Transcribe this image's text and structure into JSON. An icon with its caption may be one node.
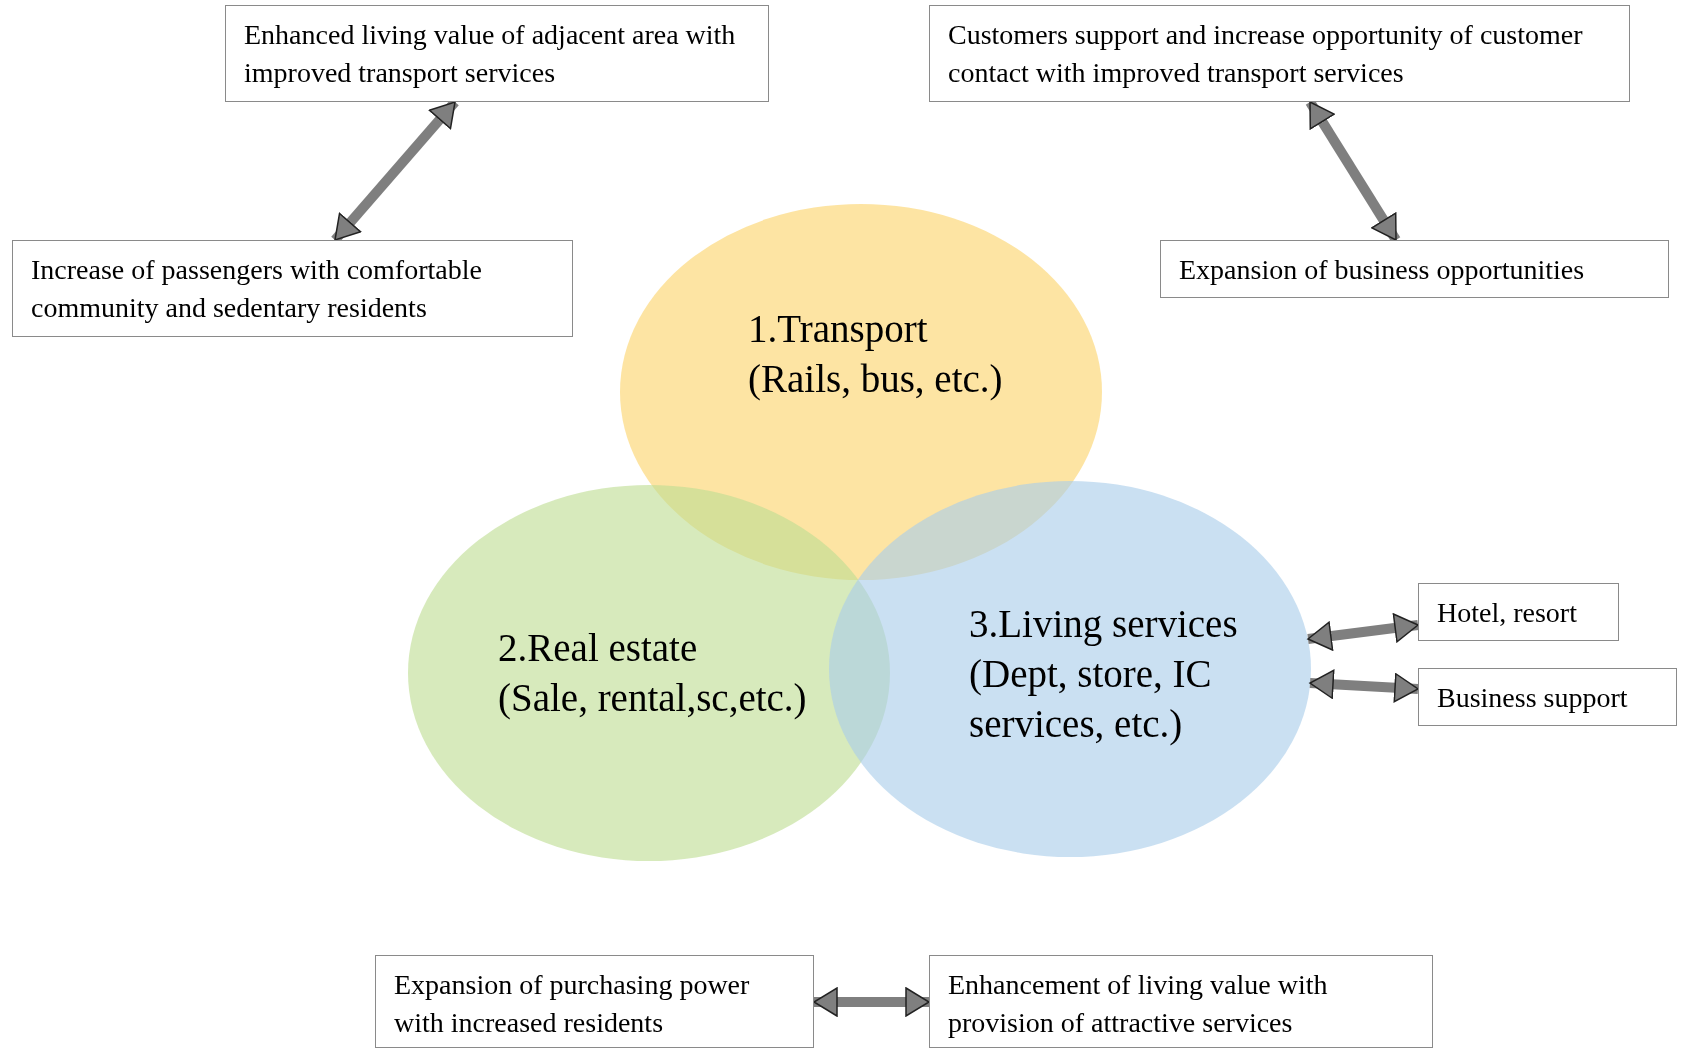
{
  "diagram": {
    "nodes": [
      {
        "text": [
          "Enhanced living value of adjacent area with improved transport services"
        ]
      },
      {
        "text": [
          "Customers support and increase opportunity of customer contact with improved transport services"
        ]
      },
      {
        "text": [
          "Increase of passengers with comfortable community and sedentary residents"
        ]
      },
      {
        "text": [
          "Expansion of business opportunities"
        ]
      },
      {
        "text": [
          "1.Transport",
          "(Rails, bus, etc.)"
        ]
      },
      {
        "text": [
          "2.Real estate",
          "(Sale, rental,sc,etc.)"
        ]
      },
      {
        "text": [
          "3.Living services",
          "(Dept, store, IC services, etc.)"
        ]
      },
      {
        "text": [
          "Hotel, resort"
        ]
      },
      {
        "text": [
          "Business support"
        ]
      },
      {
        "text": [
          "Expansion of purchasing power with increased residents"
        ]
      },
      {
        "text": [
          "Enhancement of living value with provision of attractive services"
        ]
      }
    ],
    "edges": [
      {
        "from": 0,
        "to": 2,
        "arrow": "both"
      },
      {
        "from": 1,
        "to": 3,
        "arrow": "both"
      },
      {
        "from": 6,
        "to": 7,
        "arrow": "both"
      },
      {
        "from": 6,
        "to": 8,
        "arrow": "both"
      },
      {
        "from": 9,
        "to": 10,
        "arrow": "both"
      }
    ]
  }
}
